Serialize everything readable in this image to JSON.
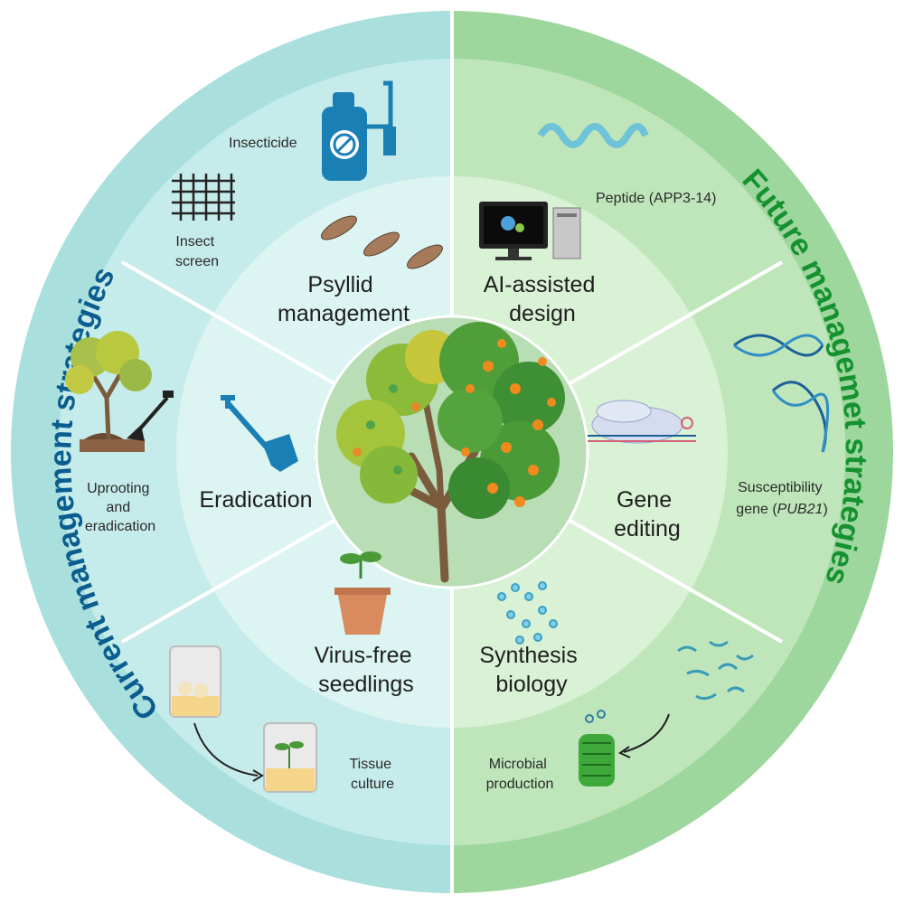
{
  "colors": {
    "current_outer": "#a9dfdc",
    "current_mid": "#c5ecea",
    "current_inner": "#dcf4f2",
    "future_outer": "#9ed79d",
    "future_mid": "#bfe6bb",
    "future_inner": "#d9f1d5",
    "center": "#b9ddb5",
    "current_title": "#0b5d8f",
    "future_title": "#15922f",
    "divider": "#ffffff"
  },
  "titles": {
    "current_word1": "Current",
    "current_word2": "management strategies",
    "future_word1": "Future",
    "future_word2": "managemet",
    "future_word3": "strategies"
  },
  "center": {
    "icon": "citrus-tree-icon"
  },
  "current": {
    "psyllid": {
      "label_line1": "Psyllid",
      "label_line2": "management",
      "icon": "psyllid-insect-icon",
      "items": [
        {
          "label": "Insecticide",
          "icon": "sprayer-icon"
        },
        {
          "label_line1": "Insect",
          "label_line2": "screen",
          "icon": "insect-net-icon"
        }
      ]
    },
    "eradication": {
      "label": "Eradication",
      "icon": "shovel-icon",
      "item": {
        "line1": "Uprooting",
        "line2": "and",
        "line3": "eradication",
        "icon": "uprooted-tree-icon"
      }
    },
    "seedlings": {
      "label_line1": "Virus-free",
      "label_line2": "seedlings",
      "icon": "potted-seedling-icon",
      "item": {
        "line1": "Tissue",
        "line2": "culture",
        "icon": "culture-jar-icon"
      }
    }
  },
  "future": {
    "ai": {
      "label_line1": "AI-assisted",
      "label_line2": "design",
      "icon": "computer-icon",
      "item": {
        "label": "Peptide (APP3-14)",
        "icon": "peptide-helix-icon"
      }
    },
    "gene": {
      "label_line1": "Gene",
      "label_line2": "editing",
      "icon": "crispr-cas-icon",
      "item": {
        "line1": "Susceptibility",
        "line2_prefix": "gene (",
        "line2_italic": "PUB21",
        "line2_suffix": ")",
        "icon": "dna-icon"
      }
    },
    "synbio": {
      "label_line1": "Synthesis",
      "label_line2": "biology",
      "icon": "molecule-icon",
      "item": {
        "line1": "Microbial",
        "line2": "production",
        "icon": "protein-structure-icon"
      }
    }
  }
}
